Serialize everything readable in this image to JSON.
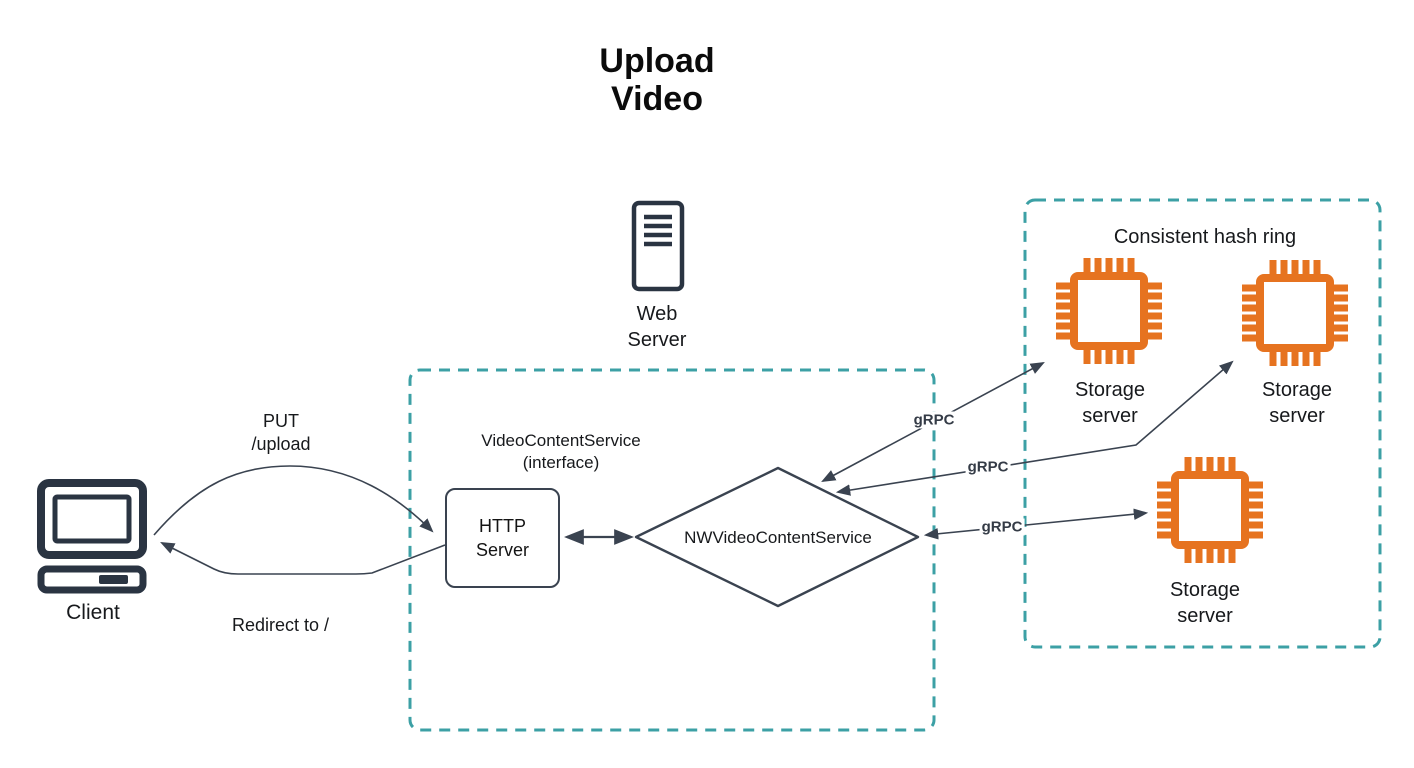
{
  "title": {
    "line1": "Upload",
    "line2": "Video"
  },
  "colors": {
    "accent_teal": "#3CA0A5",
    "accent_orange": "#E67320",
    "icon_dark": "#2A3442",
    "line_dark": "#3A4350"
  },
  "nodes": {
    "client": {
      "label": "Client",
      "icon": "computer-icon"
    },
    "web_server": {
      "label_line1": "Web",
      "label_line2": "Server",
      "icon": "server-tower-icon"
    },
    "http_server": {
      "label_line1": "HTTP",
      "label_line2": "Server"
    },
    "dispatcher": {
      "label": "NWVideoContentService"
    }
  },
  "groups": {
    "interface_box": {
      "title_line1": "VideoContentService",
      "title_line2": "(interface)"
    },
    "hash_ring": {
      "title": "Consistent hash ring",
      "servers": [
        {
          "label_line1": "Storage",
          "label_line2": "server",
          "icon": "chip-icon"
        },
        {
          "label_line1": "Storage",
          "label_line2": "server",
          "icon": "chip-icon"
        },
        {
          "label_line1": "Storage",
          "label_line2": "server",
          "icon": "chip-icon"
        }
      ]
    }
  },
  "edges": {
    "put_request": {
      "label_line1": "PUT",
      "label_line2": "/upload"
    },
    "redirect_response": {
      "label": "Redirect to /"
    },
    "grpc": [
      {
        "label": "gRPC"
      },
      {
        "label": "gRPC"
      },
      {
        "label": "gRPC"
      }
    ]
  }
}
